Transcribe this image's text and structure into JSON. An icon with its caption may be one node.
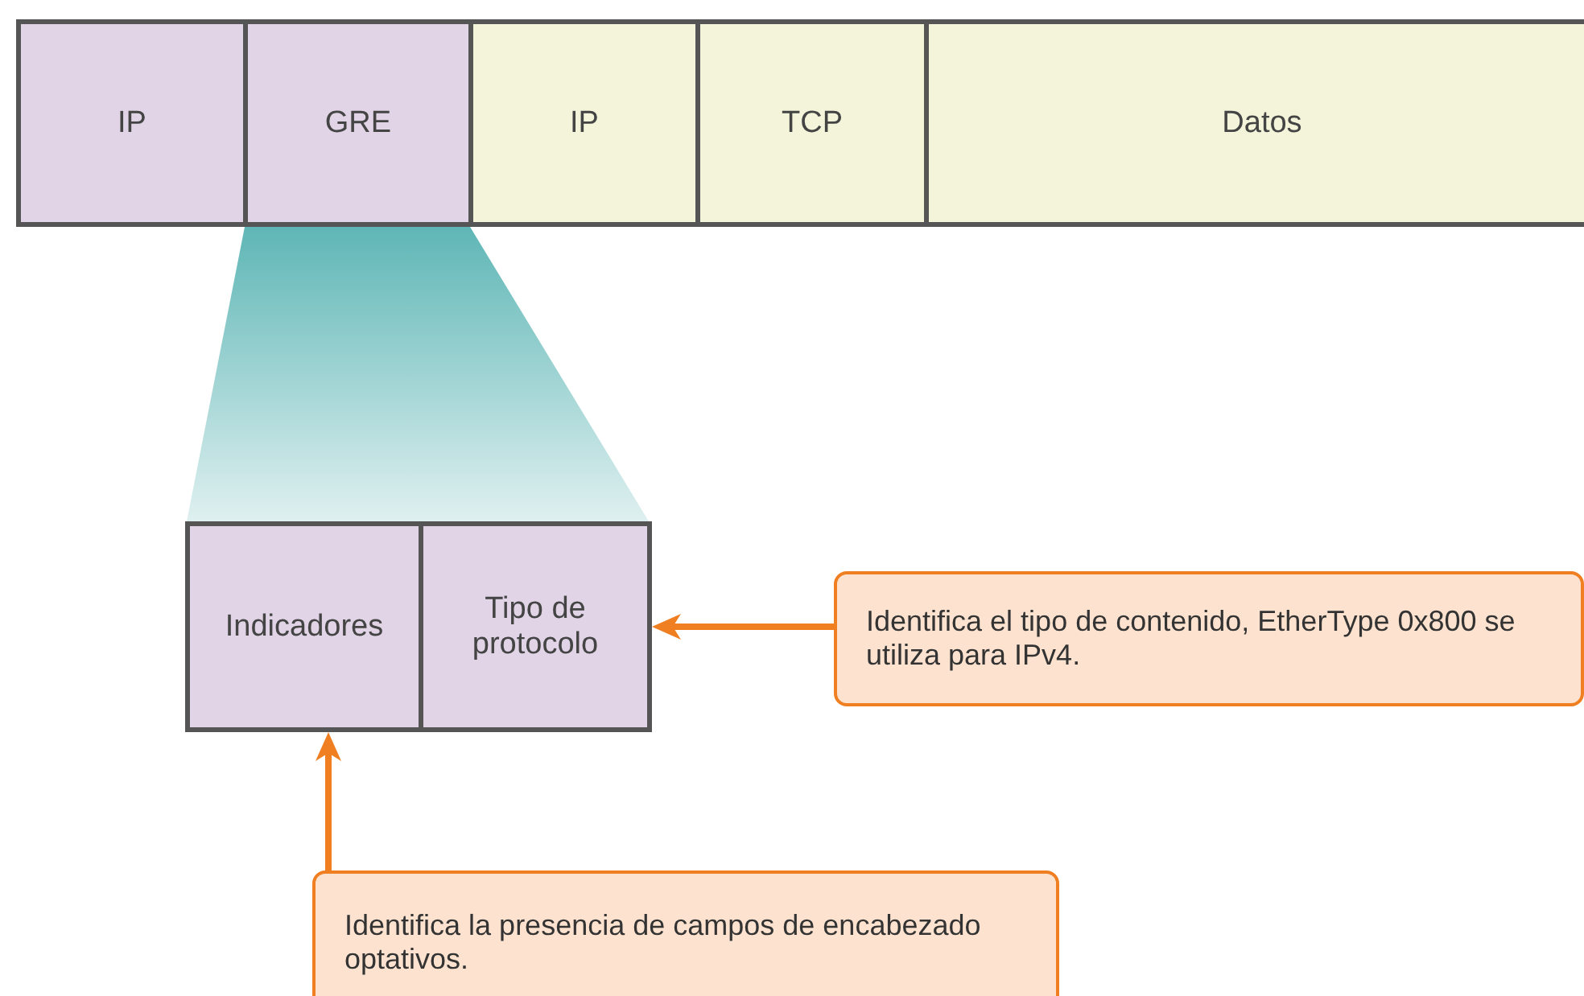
{
  "diagram": {
    "nodes": [
      {
        "text": [
          "IP"
        ]
      },
      {
        "text": [
          "GRE"
        ]
      },
      {
        "text": [
          "IP"
        ]
      },
      {
        "text": [
          "TCP"
        ]
      },
      {
        "text": [
          "Datos"
        ]
      },
      {
        "text": [
          "Indicadores"
        ]
      },
      {
        "text": [
          "Tipo de protocolo"
        ]
      },
      {
        "text": [
          "Identifica el tipo de contenido, EtherType 0x800 se utiliza para IPv4."
        ]
      },
      {
        "text": [
          "Identifica la presencia de campos de encabezado optativos."
        ]
      },
      {
        "text": [],
        "shape": "trapezoid"
      }
    ],
    "edges": [
      {
        "from": 7,
        "to": 6,
        "arrow": "to"
      },
      {
        "from": 8,
        "to": 5,
        "arrow": "to"
      }
    ]
  }
}
